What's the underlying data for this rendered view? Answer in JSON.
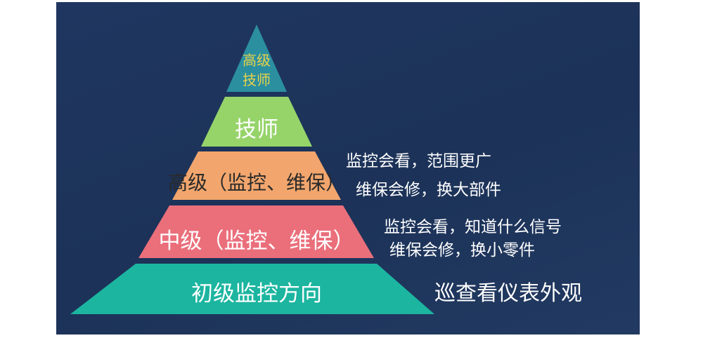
{
  "diagram": {
    "levels": [
      {
        "id": "senior-technician",
        "label_lines": [
          "高级",
          "技师"
        ],
        "color": "#2b8fa0",
        "text_color": "#e9d24a"
      },
      {
        "id": "technician",
        "label_lines": [
          "技师"
        ],
        "color": "#96d46a",
        "text_color": "#ffffff"
      },
      {
        "id": "senior",
        "label_lines": [
          "高级（监控、维保）"
        ],
        "color": "#f2a66d",
        "text_color": "#2a2a2a"
      },
      {
        "id": "intermediate",
        "label_lines": [
          "中级（监控、维保）"
        ],
        "color": "#ea6f7b",
        "text_color": "#ffffff"
      },
      {
        "id": "junior",
        "label_lines": [
          "初级监控方向"
        ],
        "color": "#1cb5a0",
        "text_color": "#ffffff"
      }
    ],
    "descriptions": {
      "senior_line1": "监控会看，范围更广",
      "senior_line2": "维保会修，换大部件",
      "intermediate_line1": "监控会看，知道什么信号",
      "intermediate_line2": "维保会修，换小零件",
      "junior": "巡查看仪表外观"
    }
  }
}
